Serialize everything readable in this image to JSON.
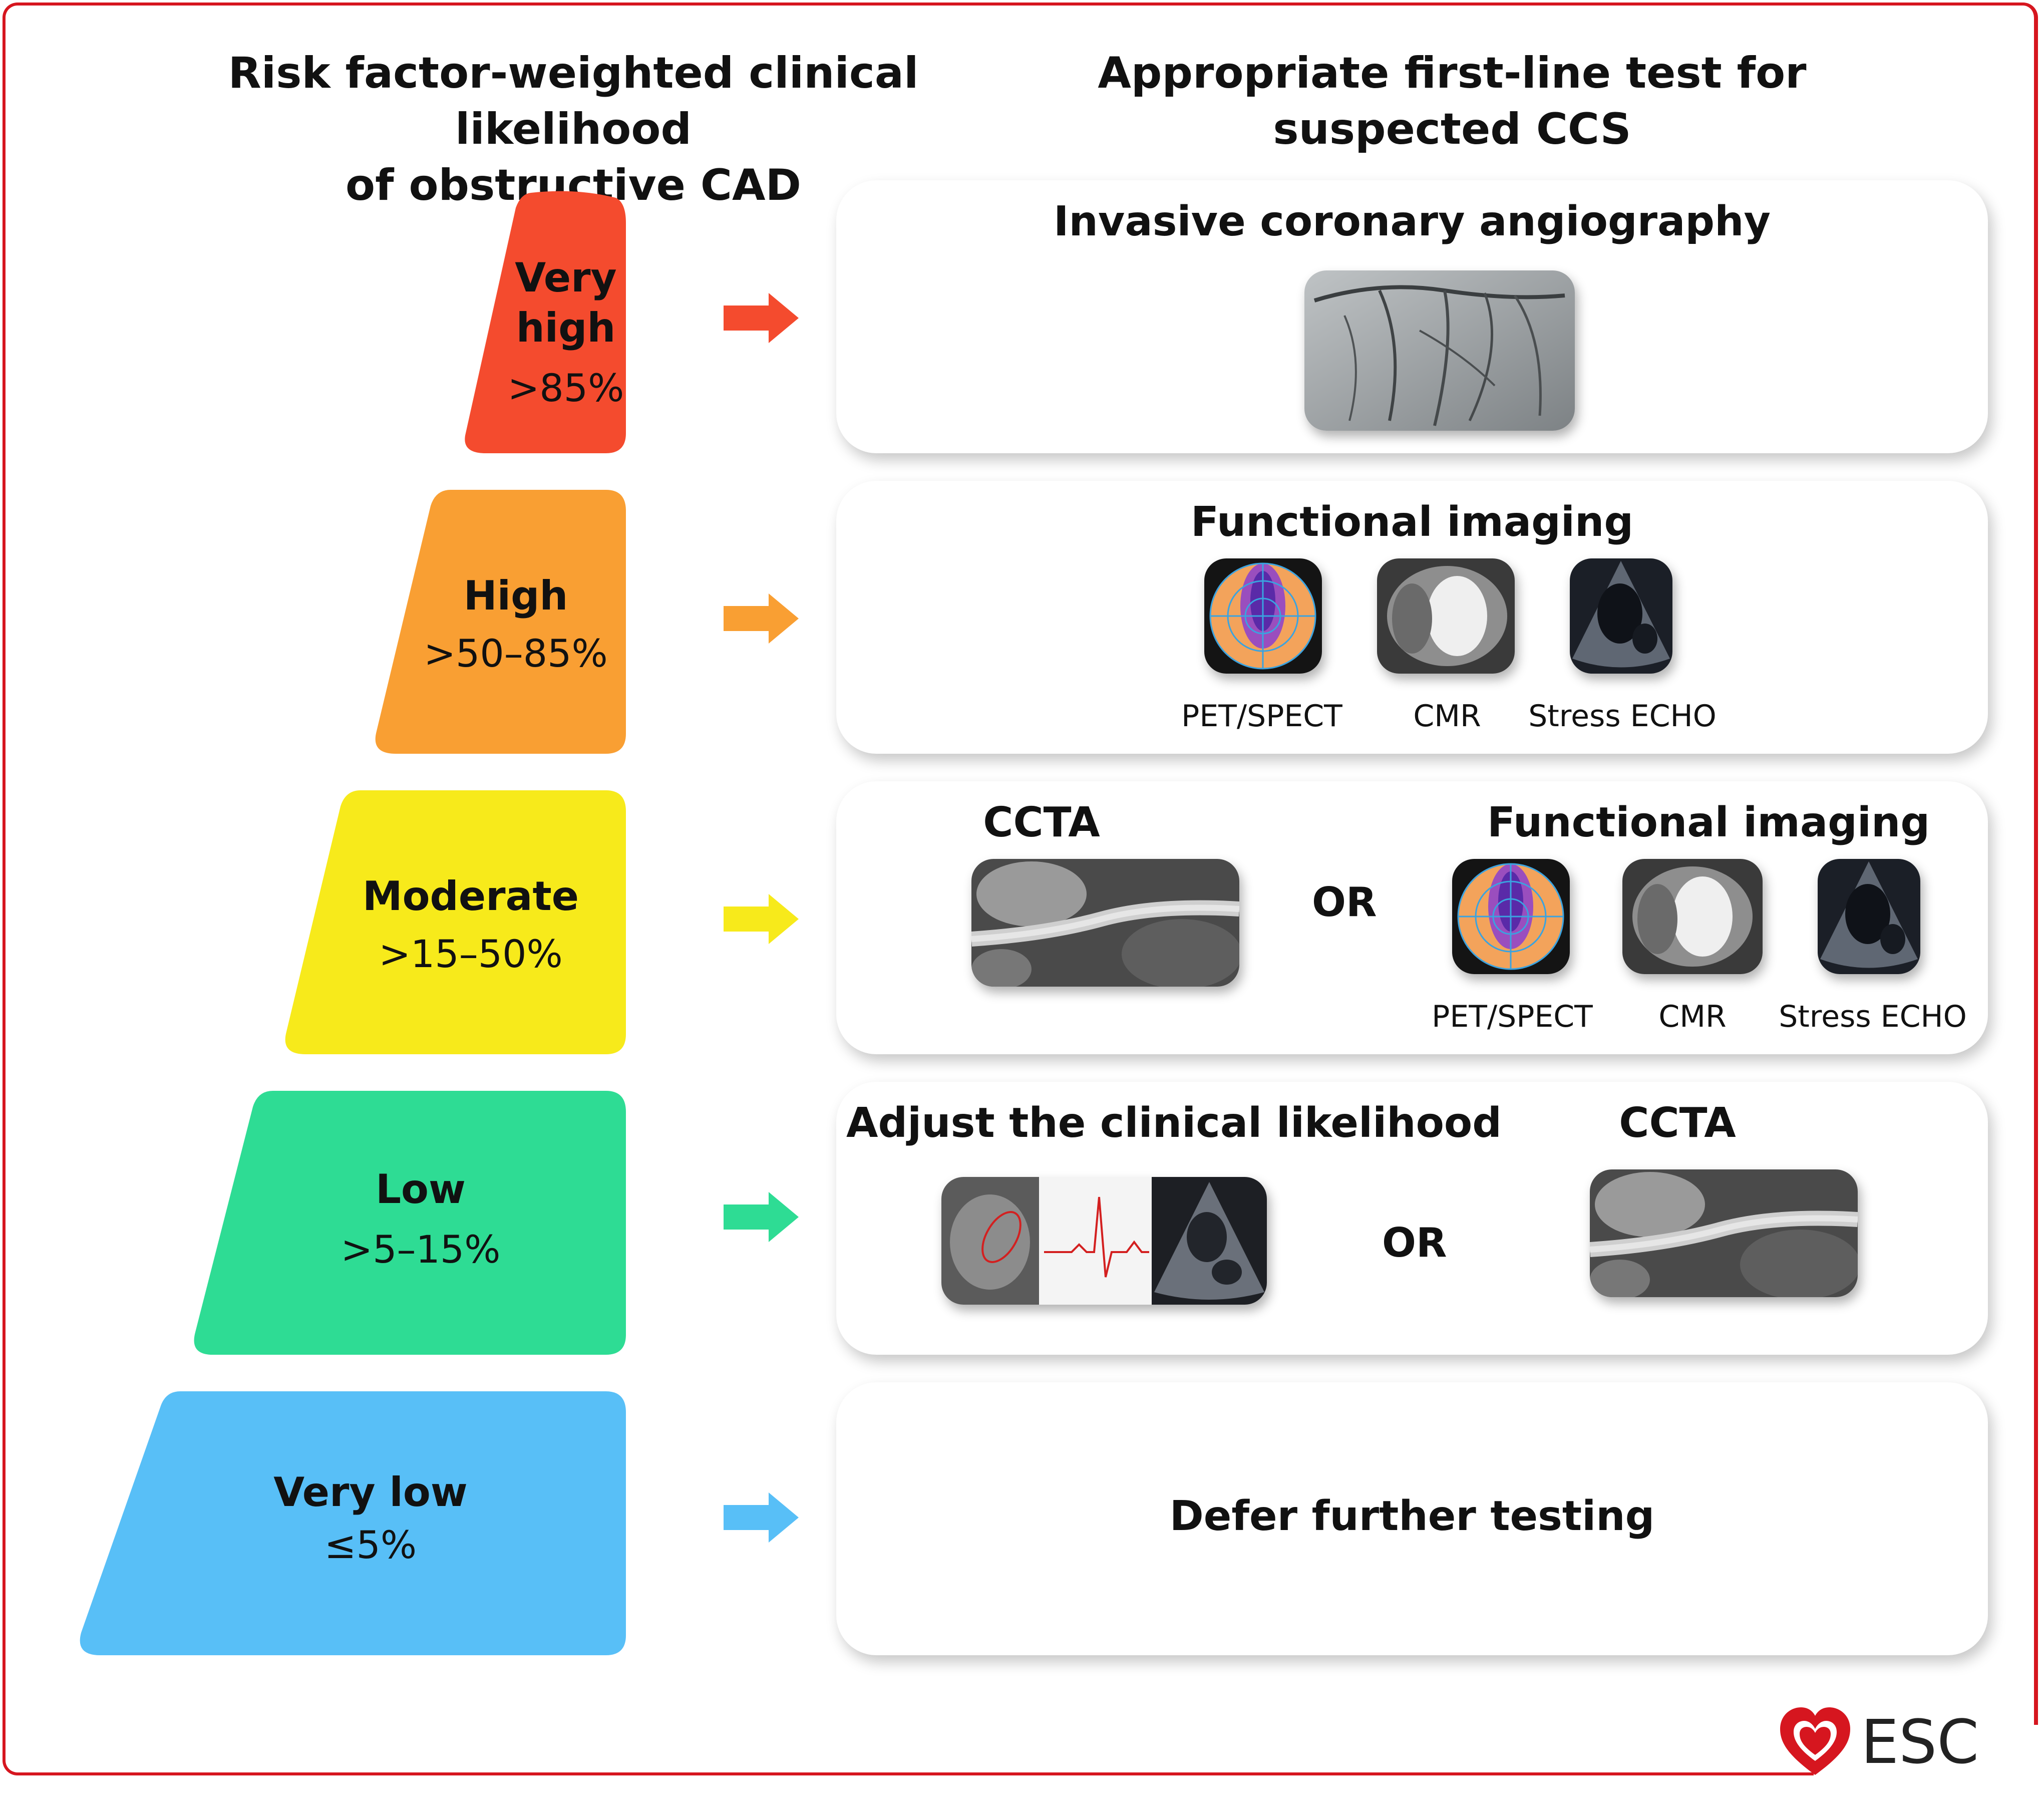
{
  "headers": {
    "left_line1": "Risk factor-weighted clinical likelihood",
    "left_line2": "of obstructive CAD",
    "right_line1": "Appropriate first-line test for",
    "right_line2": "suspected CCS"
  },
  "tiers": [
    {
      "label_line1": "Very",
      "label_line2": "high",
      "range": ">85%",
      "color": "#f44b2e"
    },
    {
      "label_line1": "High",
      "range": ">50–85%",
      "color": "#f99f33"
    },
    {
      "label_line1": "Moderate",
      "range": ">15–50%",
      "color": "#f7ea1b"
    },
    {
      "label_line1": "Low",
      "range": ">5–15%",
      "color": "#2edc94"
    },
    {
      "label_line1": "Very low",
      "range": "≤5%",
      "color": "#58bff7"
    }
  ],
  "tests": {
    "very_high": {
      "title": "Invasive coronary angiography"
    },
    "high": {
      "title": "Functional imaging",
      "captions": [
        "PET/SPECT",
        "CMR",
        "Stress ECHO"
      ]
    },
    "moderate": {
      "left_title": "CCTA",
      "or": "OR",
      "right_title": "Functional imaging",
      "captions": [
        "PET/SPECT",
        "CMR",
        "Stress ECHO"
      ]
    },
    "low": {
      "left_title": "Adjust the clinical likelihood",
      "or": "OR",
      "right_title": "CCTA"
    },
    "very_low": {
      "title": "Defer further testing"
    }
  },
  "logo": {
    "text": "ESC",
    "color": "#d6161f"
  },
  "frame_color": "#d6161f"
}
